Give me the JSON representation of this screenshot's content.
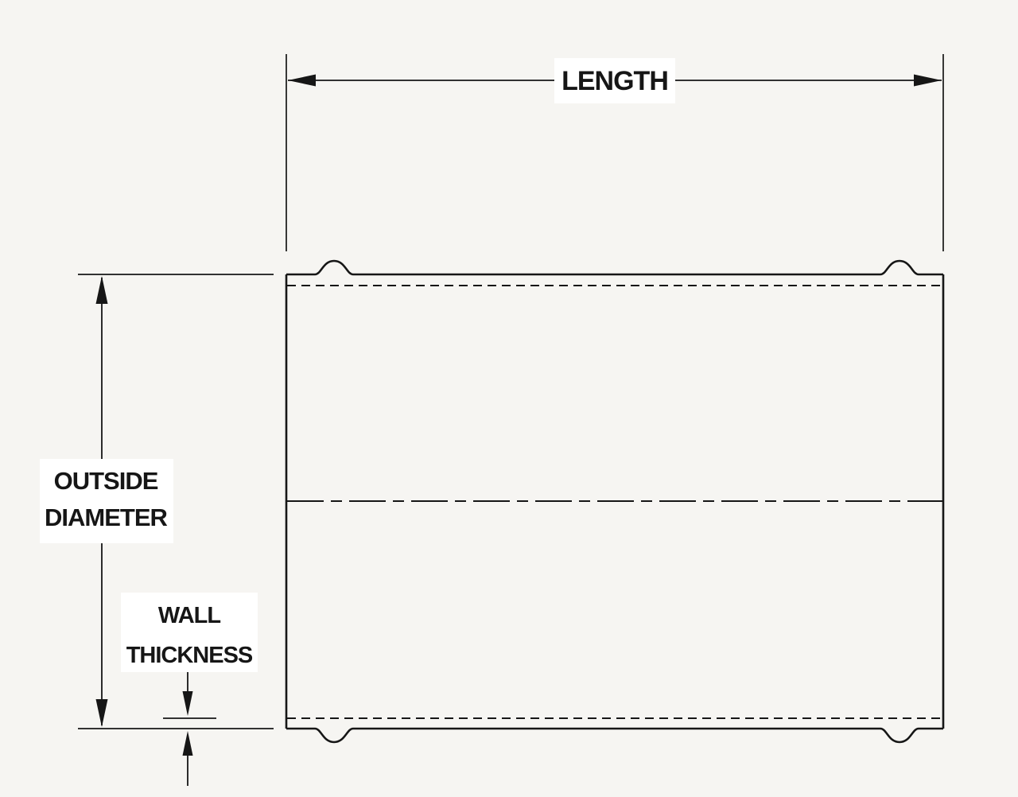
{
  "diagram": {
    "type": "technical-drawing",
    "subject": "tube cross-section with dimension callouts",
    "labels": {
      "length": "LENGTH",
      "outside_diameter": {
        "line1": "OUTSIDE",
        "line2": "DIAMETER"
      },
      "wall_thickness": {
        "line1": "WALL",
        "line2": "THICKNESS"
      }
    },
    "colors": {
      "background": "#f6f5f2",
      "line": "#161616",
      "label_background": "#ffffff"
    }
  }
}
